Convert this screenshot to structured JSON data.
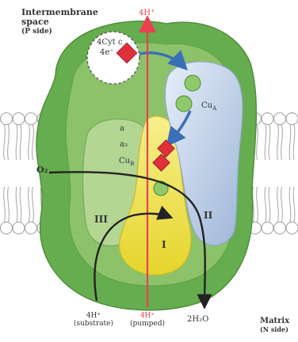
{
  "labels": {
    "intermembrane_line1": "Intermembrane",
    "intermembrane_line2": "space",
    "intermembrane_line3": "(P side)",
    "matrix_line1": "Matrix",
    "matrix_line2": "(N side)",
    "top_protons": "4H⁺",
    "cyt_c": "4Cyt c",
    "electrons": "4e⁻",
    "cu_a": "Cu",
    "cu_a_sub": "A",
    "heme_a": "a",
    "heme_a3": "a₃",
    "cu_b": "Cu",
    "cu_b_sub": "B",
    "oxygen": "O₂",
    "subunit_one": "I",
    "subunit_two": "II",
    "subunit_three": "III",
    "bottom_left_protons": "4H⁺",
    "substrate": "(substrate)",
    "bottom_mid_protons": "4H⁺",
    "pumped": "(pumped)",
    "water": "2H₂O"
  },
  "colors": {
    "proton_red": "#e8404f",
    "outer_green": "#66ad4f",
    "inner_green": "#a9cd86",
    "subunit_one_yellow": "#f0e34a",
    "subunit_two_blue": "#c9d8ec",
    "copper_green": "#8fc96a",
    "heme_red": "#e0303b",
    "membrane_gray": "#bdbdbd"
  }
}
